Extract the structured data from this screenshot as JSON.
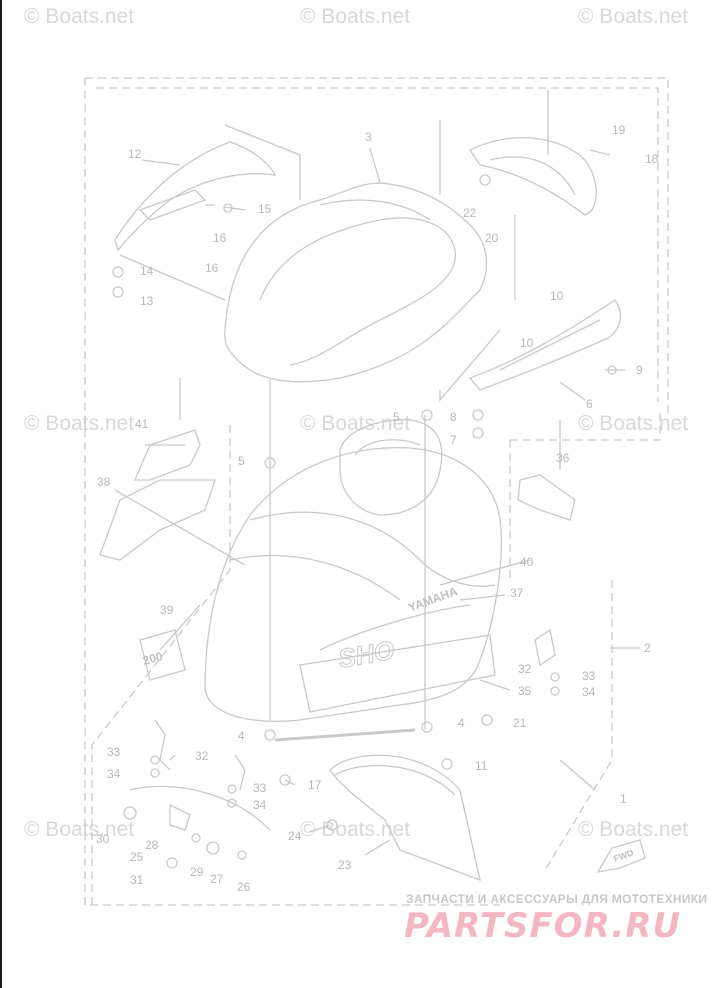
{
  "watermark": "© Boats.net",
  "brand": {
    "tagline": "ЗАПЧАСТИ И АКСЕССУАРЫ ДЛЯ МОТОТЕХНИКИ",
    "logo": "PARTSFOR.RU",
    "logo_color": "#f3b6c3"
  },
  "cowling_text": {
    "maker": "YAMAHA",
    "model": "SHO",
    "hp": "200"
  },
  "fwd_label": "FWD",
  "callouts": [
    "1",
    "2",
    "3",
    "4",
    "5",
    "6",
    "7",
    "8",
    "9",
    "10",
    "11",
    "12",
    "13",
    "14",
    "15",
    "16",
    "17",
    "18",
    "19",
    "20",
    "21",
    "22",
    "23",
    "24",
    "25",
    "26",
    "27",
    "28",
    "29",
    "30",
    "31",
    "32",
    "33",
    "34",
    "35",
    "36",
    "37",
    "38",
    "39",
    "40",
    "41"
  ],
  "line_color": "#c9c9c9",
  "text_color": "#b8b8b8"
}
